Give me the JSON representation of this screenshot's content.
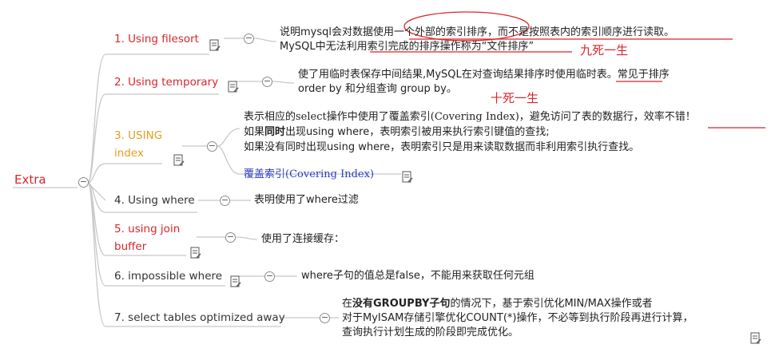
{
  "root": "Extra",
  "branches": {
    "b1": {
      "label": "1. Using filesort",
      "desc1": "说明mysql会对数据使用一个外部的索引排序，而不是按照表内的索引顺序进行读取。",
      "desc2": "MySQL中无法利用索引完成的排序操作称为“文件排序”",
      "note": "九死一生"
    },
    "b2": {
      "label": "2. Using temporary",
      "desc1": "使了用临时表保存中间结果,MySQL在对查询结果排序时使用临时表。常见于排序",
      "desc2": "order by 和分组查询 group by。",
      "note": "十死一生"
    },
    "b3": {
      "label1": "3. USING",
      "label2": "index",
      "line1a": "表示相应的",
      "line1b": "select",
      "line1c": "操作中使用了覆盖索引",
      "line1d": "(Covering Index)",
      "line1e": "，避免访问了表的数据行，",
      "line1f": "效率不错！",
      "line2a": "如果",
      "line2b": "同时",
      "line2c": "出现using where，表明索引被用来执行索引键值的查找;",
      "line3": "如果没有同时出现using where，表明索引只是用来读取数据而非利用索引执行查找。",
      "child_a": "覆盖索引",
      "child_b": "(Covering Index)"
    },
    "b4": {
      "label": "4. Using where",
      "desc": "表明使用了where过滤"
    },
    "b5": {
      "label1": "5. using join",
      "label2": "buffer",
      "desc": "使用了连接缓存："
    },
    "b6": {
      "label": "6. impossible where",
      "desc": "where子句的值总是false，不能用来获取任何元组"
    },
    "b7": {
      "label": "7. select tables optimized away",
      "l1a": "在",
      "l1b": "没有GROUPBY子句",
      "l1c": "的情况下，基于索引优化MIN/MAX操作或者",
      "l2": "对于MyISAM存储引擎优化COUNT(*)操作，不必等到执行阶段再进行计算，",
      "l3": "查询执行计划生成的阶段即完成优化。"
    }
  },
  "colors": {
    "root": "#d8262c",
    "orange": "#e0a020",
    "blue": "#2b3cc4",
    "line": "#c8c8c8"
  }
}
